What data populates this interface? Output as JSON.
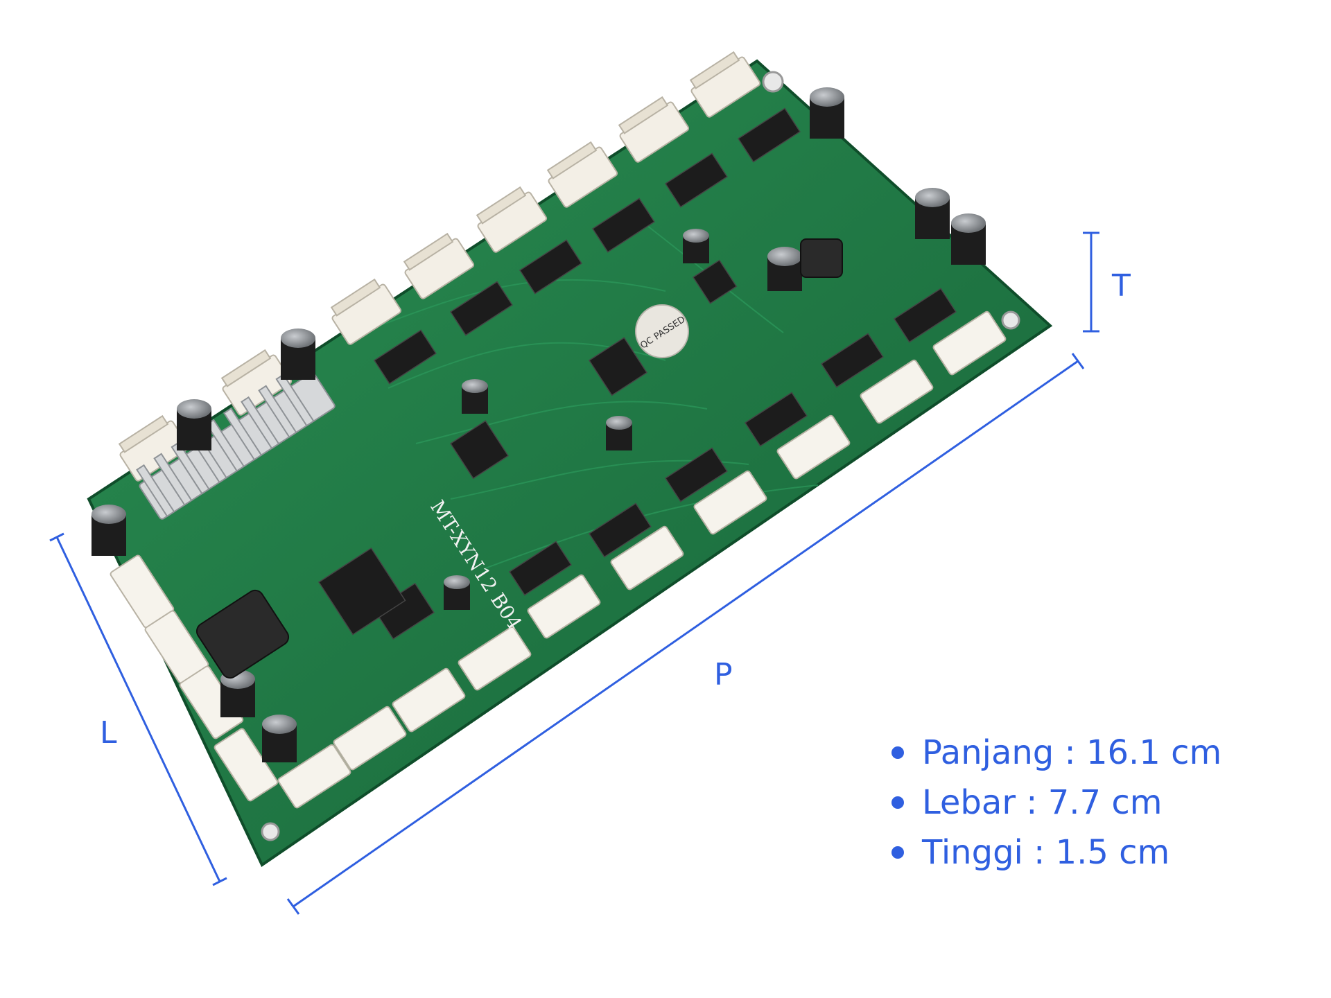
{
  "dimension_labels": {
    "length": "P",
    "width": "L",
    "height": "T"
  },
  "specs": [
    {
      "text": "Panjang : 16.1 cm"
    },
    {
      "text": "Lebar : 7.7 cm"
    },
    {
      "text": "Tinggi : 1.5 cm"
    }
  ],
  "board": {
    "model_marking": "MT-XYN12 B04",
    "qc_sticker": "QC PASSED",
    "colors": {
      "pcb": "#1f7a45",
      "connector": "#f3efe6",
      "annotation": "#2f5fe0"
    }
  }
}
